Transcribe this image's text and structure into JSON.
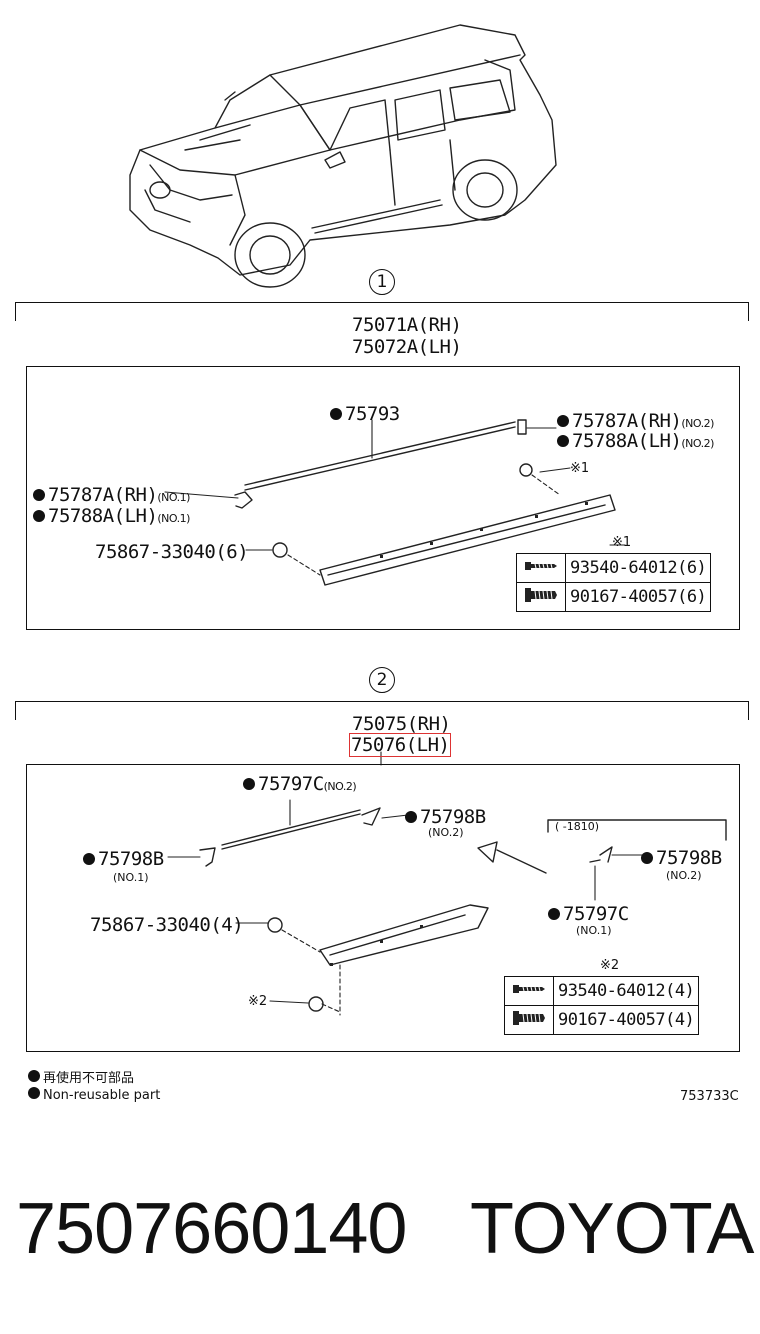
{
  "callouts": {
    "one": "1",
    "two": "2"
  },
  "marks": {
    "ref": "※",
    "ref1": "※1",
    "ref2": "※2"
  },
  "section1": {
    "header_rh": "75071A(RH)",
    "header_lh": "75072A(LH)",
    "p_75793": "75793",
    "p_75787a_no2": "75787A(RH)",
    "p_75787a_no2_sub": "(NO.2)",
    "p_75788a_no2": "75788A(LH)",
    "p_75788a_no2_sub": "(NO.2)",
    "p_75787a_no1": "75787A(RH)",
    "p_75787a_no1_sub": "(NO.1)",
    "p_75788a_no1": "75788A(LH)",
    "p_75788a_no1_sub": "(NO.1)",
    "clip": "75867-33040(6)",
    "fasteners": [
      {
        "icon": "screw-icon",
        "part": "93540-64012(6)"
      },
      {
        "icon": "bolt-icon",
        "part": "90167-40057(6)"
      }
    ]
  },
  "section2": {
    "header_rh": "75075(RH)",
    "header_lh": "75076(LH)",
    "p_75797c_no2": "75797C",
    "p_75797c_no2_sub": "(NO.2)",
    "p_75798b_no2_top": "75798B",
    "p_75798b_no2_top_sub": "(NO.2)",
    "p_75798b_no1": "75798B",
    "p_75798b_no1_sub": "(NO.1)",
    "range": "( -1810)",
    "p_75798b_no2_right": "75798B",
    "p_75798b_no2_right_sub": "(NO.2)",
    "p_75797c_no1": "75797C",
    "p_75797c_no1_sub": "(NO.1)",
    "clip": "75867-33040(4)",
    "fasteners": [
      {
        "icon": "screw-icon",
        "part": "93540-64012(4)"
      },
      {
        "icon": "bolt-icon",
        "part": "90167-40057(4)"
      }
    ]
  },
  "legend": {
    "line1": "再使用不可部品",
    "line2": "Non-reusable part"
  },
  "diagram_code": "753733C",
  "footer": {
    "part_number": "7507660140",
    "brand": "TOYOTA"
  }
}
